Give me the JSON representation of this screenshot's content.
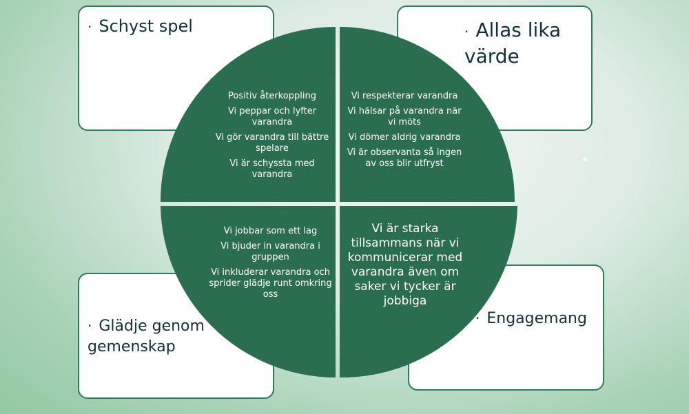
{
  "boxes": {
    "top_left": "Schyst spel",
    "top_right": "Allas lika värde",
    "bottom_left": "Glädje genom gemenskap",
    "bottom_right": "Engagemang"
  },
  "bullet": "·",
  "quadrants": {
    "top_left": [
      "Positiv återkoppling",
      "Vi peppar och lyfter varandra",
      "Vi gör varandra till bättre spelare",
      "Vi är schyssta med varandra"
    ],
    "top_right": [
      "Vi respekterar varandra",
      "Vi hälsar på varandra när vi möts",
      "Vi dömer aldrig varandra",
      "Vi är observanta så ingen av oss blir utfryst"
    ],
    "bottom_left": [
      "Vi jobbar som ett lag",
      "Vi bjuder in varandra i gruppen",
      "Vi inkluderar varandra och sprider glädje runt omkring oss"
    ],
    "bottom_right": [
      "Vi är starka tillsammans när vi kommunicerar med varandra även om saker vi tycker är jobbiga"
    ]
  },
  "colors": {
    "quadrant_fill": "#2b6d4f",
    "box_border": "#2f7a5c",
    "text_dark": "#14303a"
  }
}
